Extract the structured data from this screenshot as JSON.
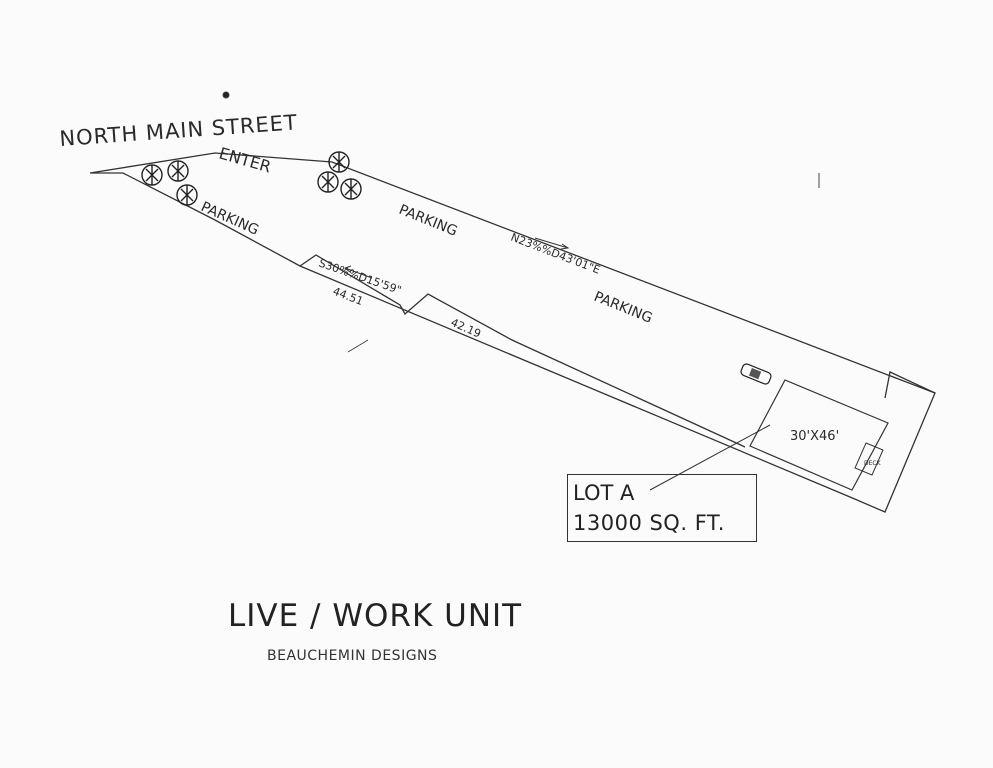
{
  "street_label": "NORTH MAIN STREET",
  "enter_label": "ENTER",
  "parking_labels": [
    "PARKING",
    "PARKING",
    "PARKING"
  ],
  "bearings": {
    "north_line": "N23%%D43'01\"E",
    "south_line": "S30%%D15'59\""
  },
  "distances": [
    "44.51",
    "42.19"
  ],
  "building": {
    "size_label": "30'X46'",
    "deck_label": "DECK"
  },
  "lot": {
    "name": "LOT A",
    "area": "13000 SQ. FT."
  },
  "title": "LIVE / WORK UNIT",
  "designer": "BEAUCHEMIN DESIGNS",
  "colors": {
    "ink": "#2a2a2a",
    "paper": "#fbfbfb"
  }
}
